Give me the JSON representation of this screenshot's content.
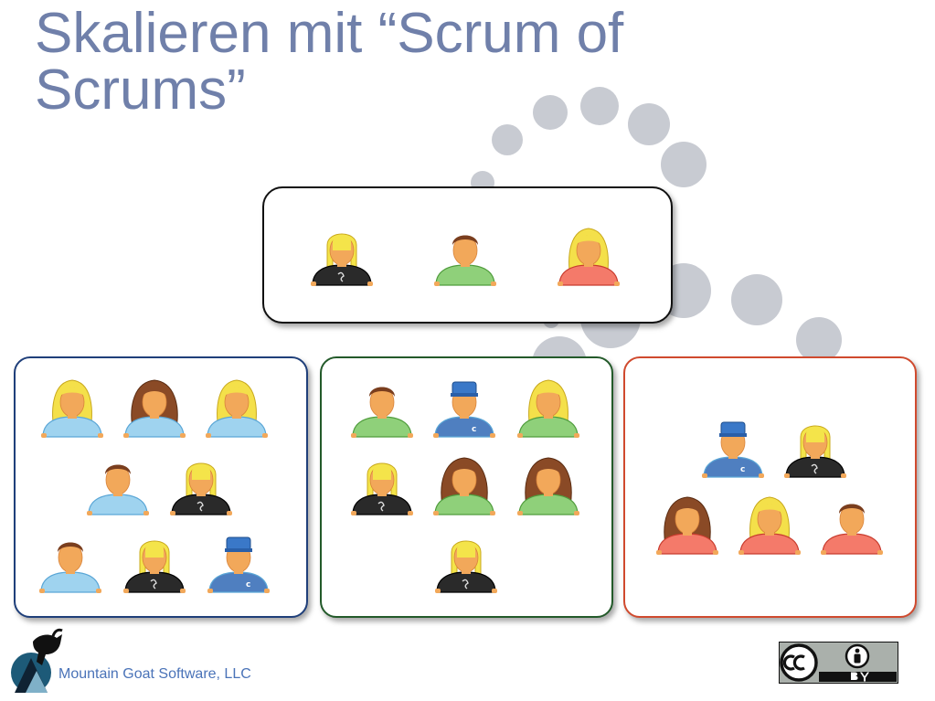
{
  "slide": {
    "title": "Skalieren mit “Scrum of Scrums”",
    "footer": "Mountain Goat Software, LLC"
  },
  "colors": {
    "title": "#7080aa",
    "footer": "#4a73b8",
    "dots": "#c8cbd2",
    "team_blue_border": "#1f3f7a",
    "team_green_border": "#235a2a",
    "team_red_border": "#d04a2e",
    "top_border": "#111111"
  },
  "icons": {
    "logo": "mountain-goat-logo-icon",
    "license": "creative-commons-by-icon",
    "person": "person-icon"
  },
  "groups": {
    "top": {
      "members": [
        "blonde-dark",
        "short-green",
        "blonde-red"
      ]
    },
    "blue": {
      "members": [
        "blonde-blue",
        "brunette-blue",
        "blonde-blue",
        "short-blue",
        "blonde-dark",
        "short-blue",
        "blonde-dark",
        "cap-blue"
      ]
    },
    "green": {
      "members": [
        "short-green",
        "cap-blue",
        "blonde-green",
        "blonde-dark",
        "brunette-green",
        "brunette-green",
        "blonde-dark"
      ]
    },
    "red": {
      "members": [
        "cap-blue",
        "blonde-dark",
        "brunette-red",
        "blonde-red",
        "short-red"
      ]
    }
  }
}
